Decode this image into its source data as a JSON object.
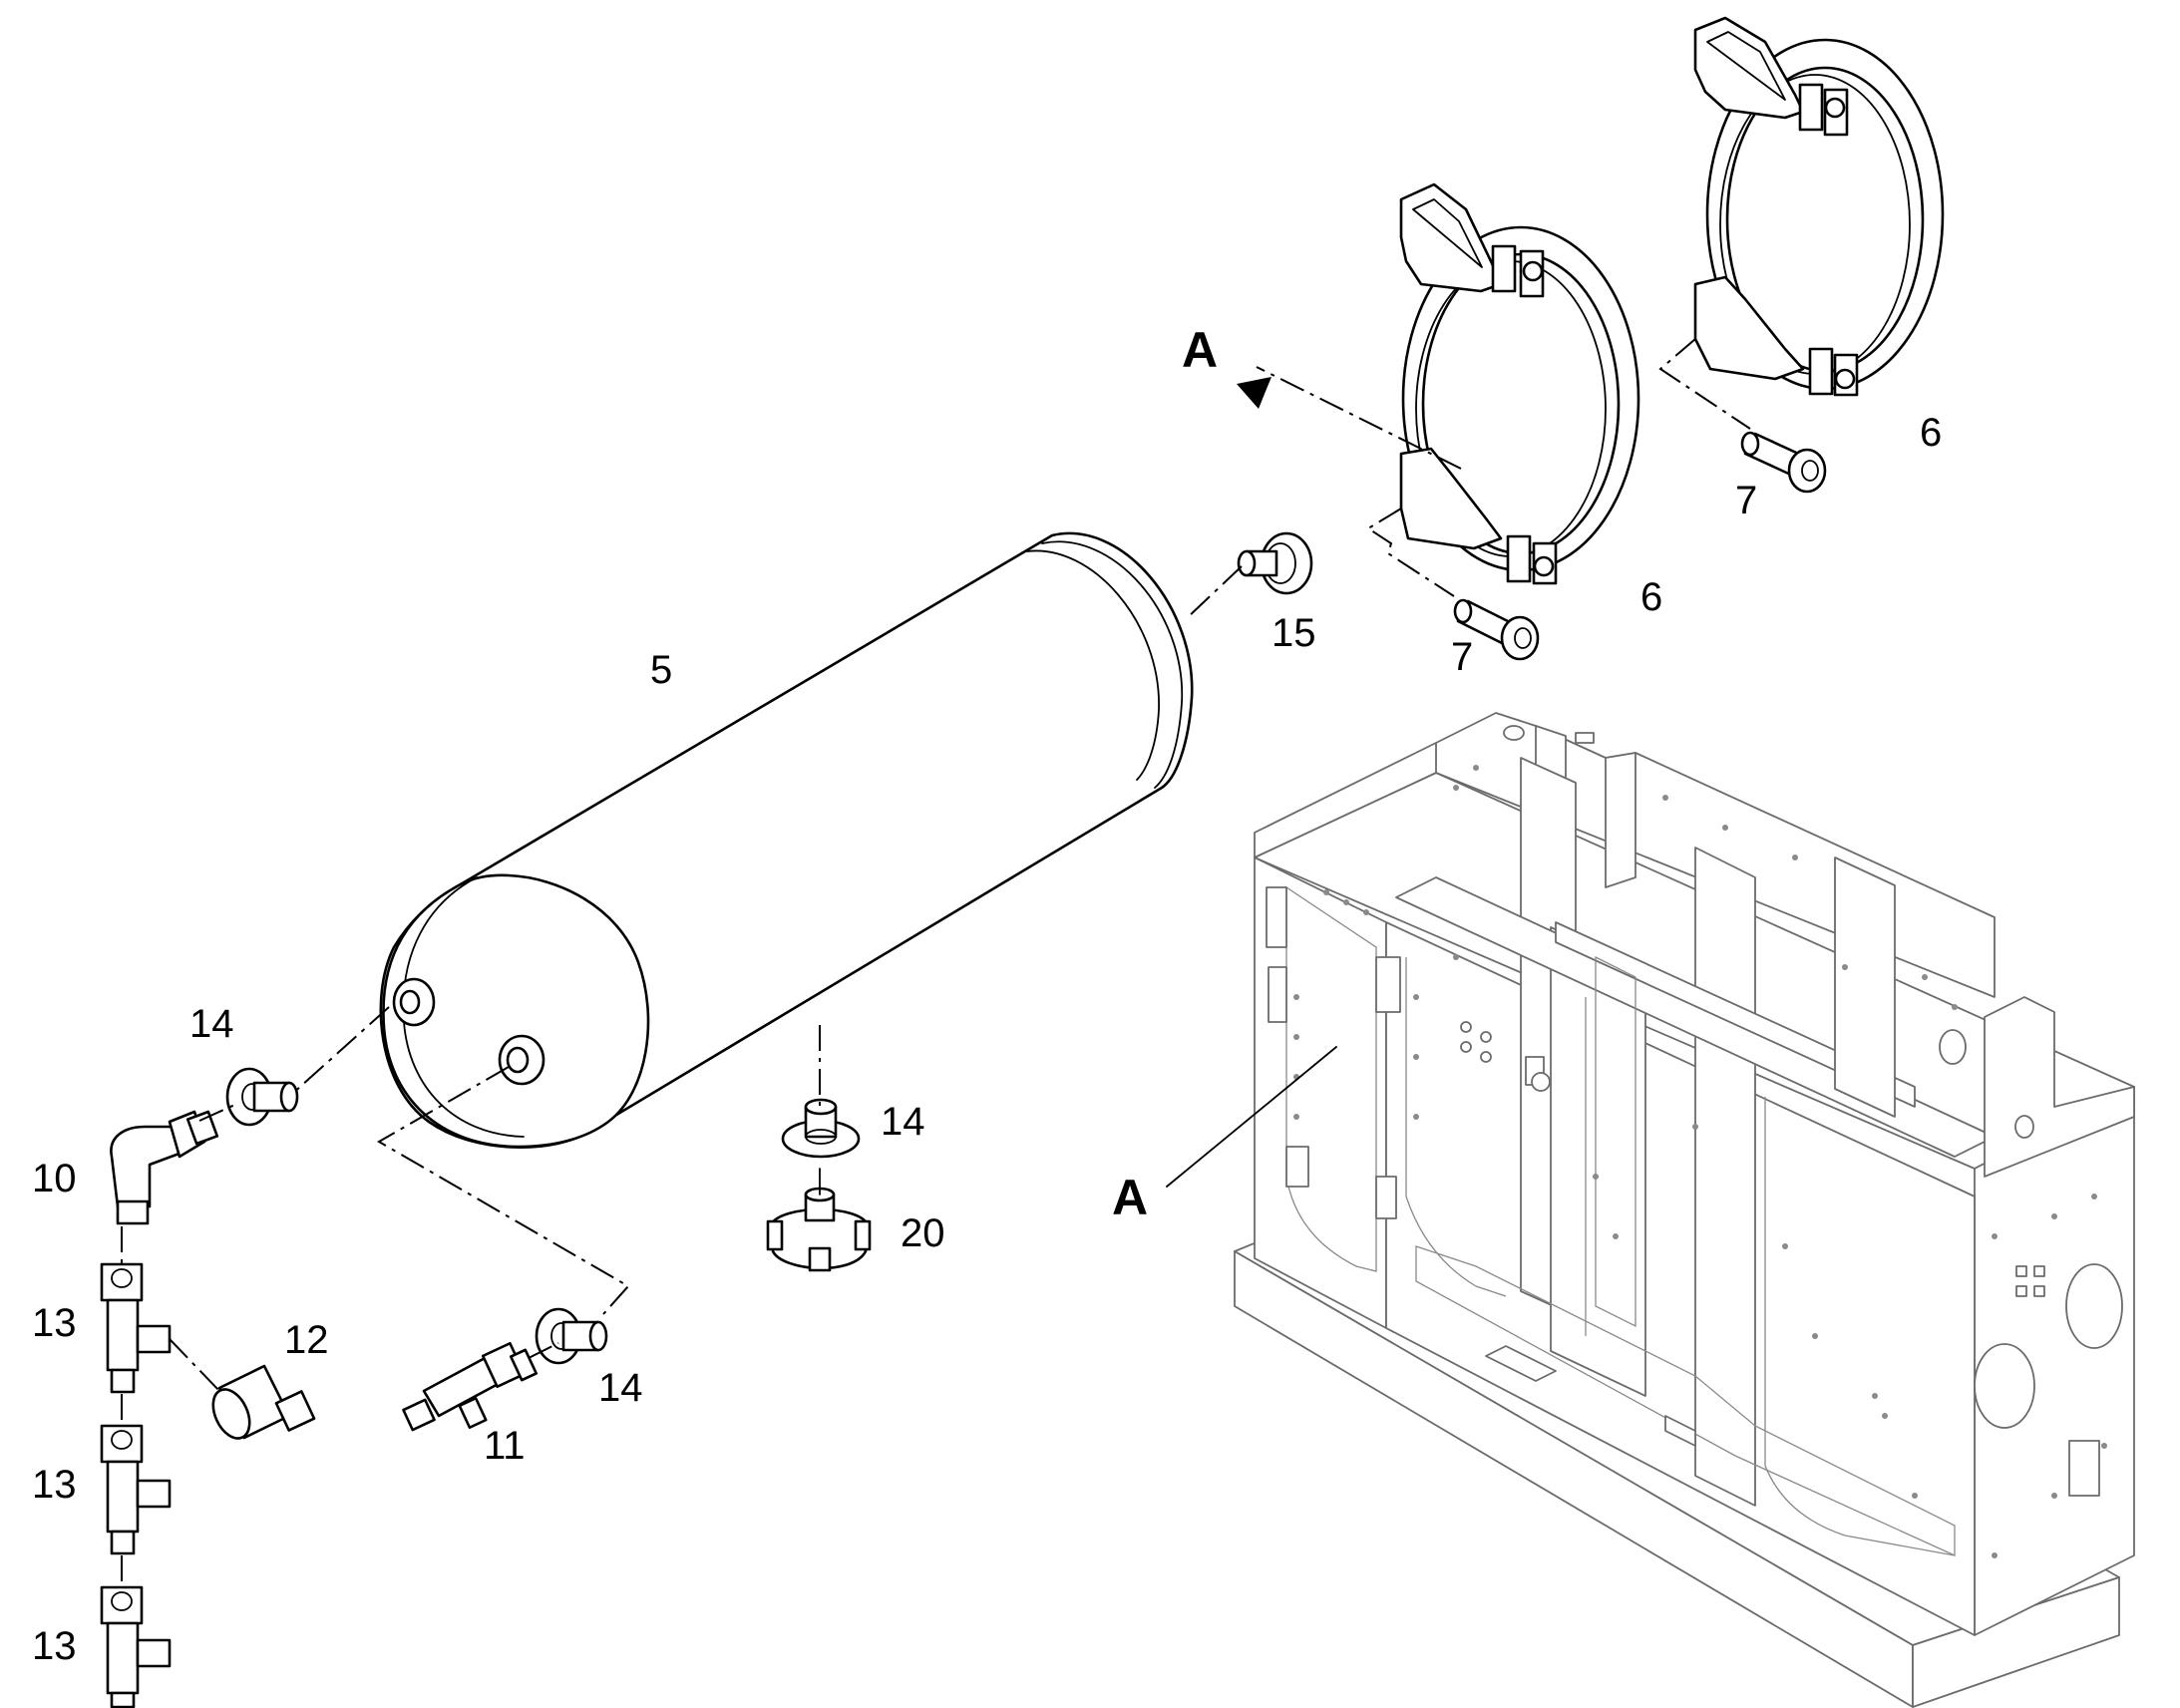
{
  "callouts": {
    "tank": "5",
    "clamp_upper": "6",
    "clamp_lower": "6",
    "screw_upper": "7",
    "screw_lower": "7",
    "elbow": "10",
    "drain_valve": "11",
    "adapter": "12",
    "tee_1": "13",
    "tee_2": "13",
    "tee_3": "13",
    "plug_left": "14",
    "plug_bottom": "14",
    "plug_right": "14",
    "plug_end": "15",
    "drain_nut": "20"
  },
  "view_refs": {
    "arrow_label": "A",
    "frame_label": "A"
  },
  "colors": {
    "part_stroke": "#000000",
    "frame_stroke": "#6b6b6b",
    "background": "#ffffff"
  }
}
